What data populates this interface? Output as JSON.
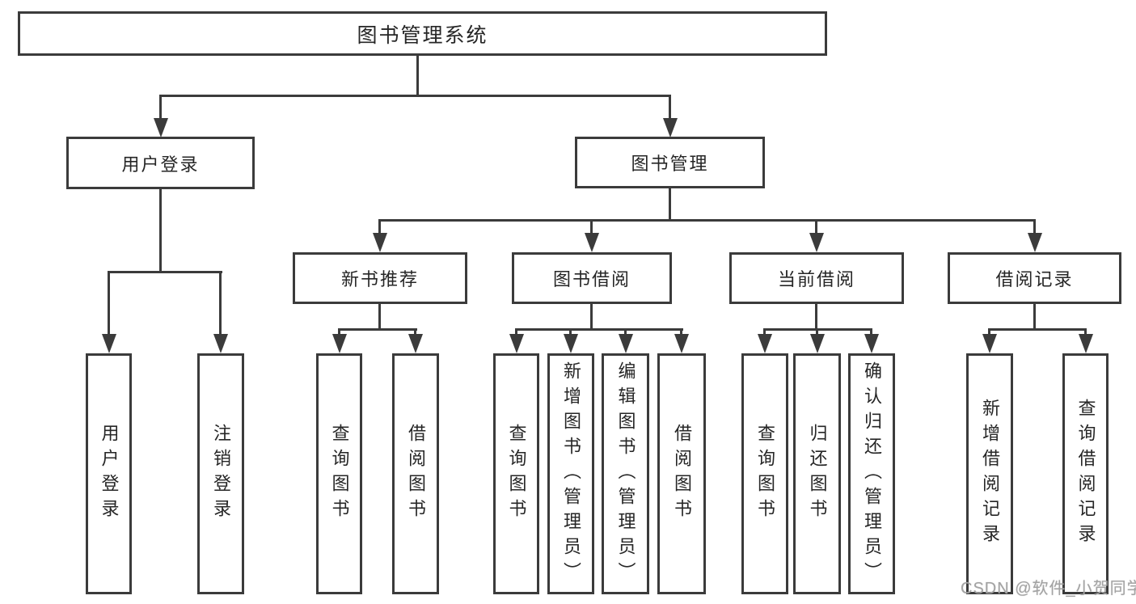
{
  "colors": {
    "line": "#3b3b3b",
    "box_border": "#3b3b3b",
    "text": "#262626",
    "background": "#ffffff",
    "watermark_text": "#a3a3a3"
  },
  "tree": {
    "root": "图书管理系统",
    "level2": [
      {
        "label": "用户登录",
        "leaves": [
          "用户登录",
          "注销登录"
        ]
      },
      {
        "label": "图书管理",
        "groups": [
          {
            "label": "新书推荐",
            "leaves": [
              "查询图书",
              "借阅图书"
            ]
          },
          {
            "label": "图书借阅",
            "leaves": [
              "查询图书",
              "新增图书（管理员）",
              "编辑图书（管理员）",
              "借阅图书"
            ]
          },
          {
            "label": "当前借阅",
            "leaves": [
              "查询图书",
              "归还图书",
              "确认归还（管理员）"
            ]
          },
          {
            "label": "借阅记录",
            "leaves": [
              "新增借阅记录",
              "查询借阅记录"
            ]
          }
        ]
      }
    ]
  },
  "watermark": {
    "text": "CSDN @软件_小贺同学"
  }
}
